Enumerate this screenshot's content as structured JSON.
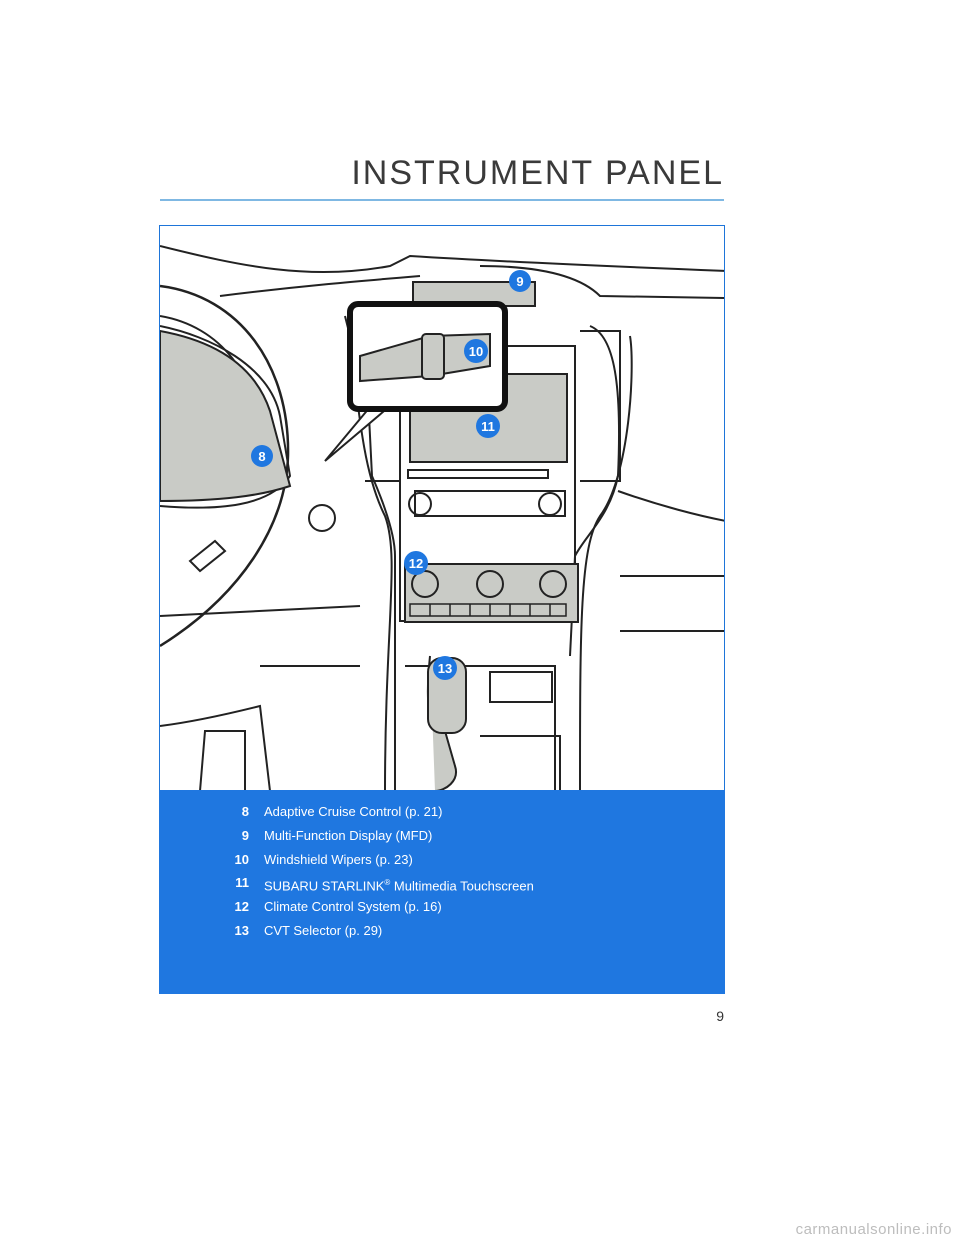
{
  "header": {
    "title": "INSTRUMENT PANEL"
  },
  "figure": {
    "callouts": [
      "8",
      "9",
      "10",
      "11",
      "12",
      "13"
    ]
  },
  "legend": {
    "items": [
      {
        "num": "8",
        "text": "Adaptive Cruise Control (p. 21)"
      },
      {
        "num": "9",
        "text": "Multi-Function Display (MFD)"
      },
      {
        "num": "10",
        "text": "Windshield Wipers (p. 23)"
      },
      {
        "num": "11",
        "text": "SUBARU STARLINK",
        "sup": "®",
        "text_after": " Multimedia Touchscreen"
      },
      {
        "num": "12",
        "text": "Climate Control System (p. 16)"
      },
      {
        "num": "13",
        "text": "CVT Selector (p. 29)"
      }
    ]
  },
  "page": {
    "number": "9"
  },
  "watermark": {
    "text": "carmanualsonline.info"
  },
  "colors": {
    "accent_blue": "#1f77e0",
    "rule_blue": "#7fb8e3",
    "illustration_gray": "#c9cbc6"
  }
}
